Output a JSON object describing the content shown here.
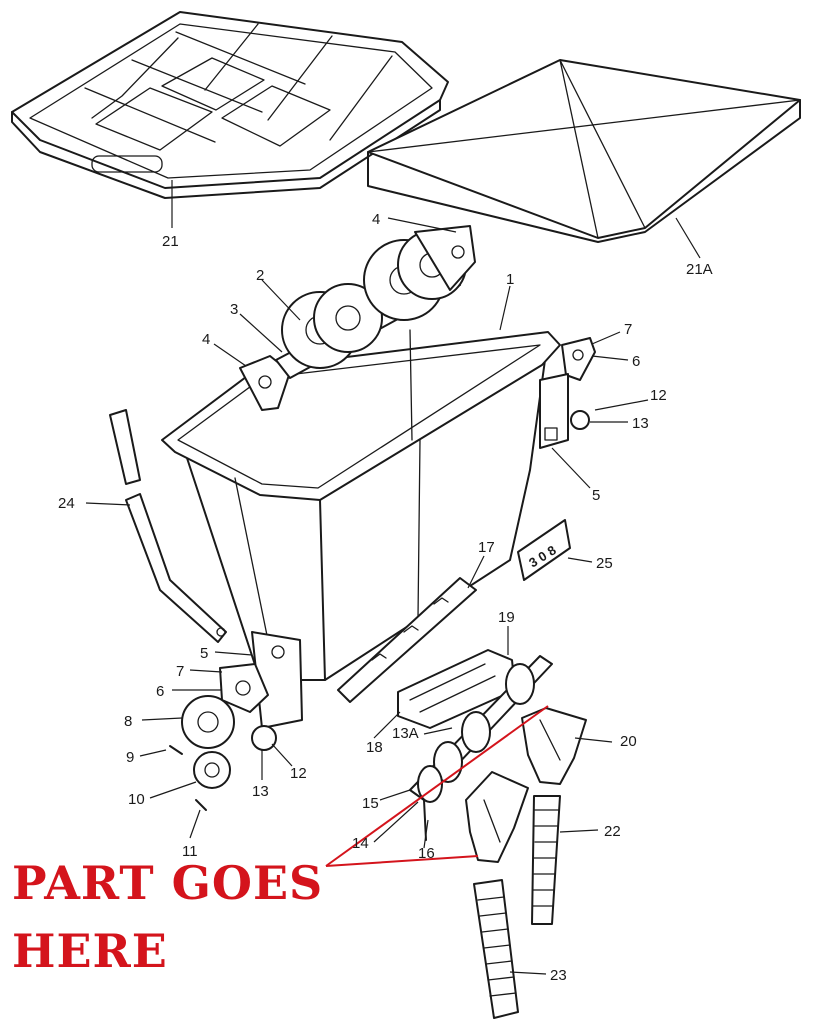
{
  "callout": {
    "line1": "PART GOES",
    "line2": "HERE",
    "color": "#d4141c"
  },
  "decal_text": "3 0 8",
  "labels": [
    "21",
    "21A",
    "4",
    "2",
    "3",
    "4",
    "1",
    "7",
    "6",
    "12",
    "13",
    "5",
    "24",
    "17",
    "25",
    "5",
    "7",
    "6",
    "8",
    "9",
    "10",
    "11",
    "13",
    "12",
    "19",
    "18",
    "13A",
    "20",
    "15",
    "14",
    "16",
    "22",
    "23"
  ]
}
